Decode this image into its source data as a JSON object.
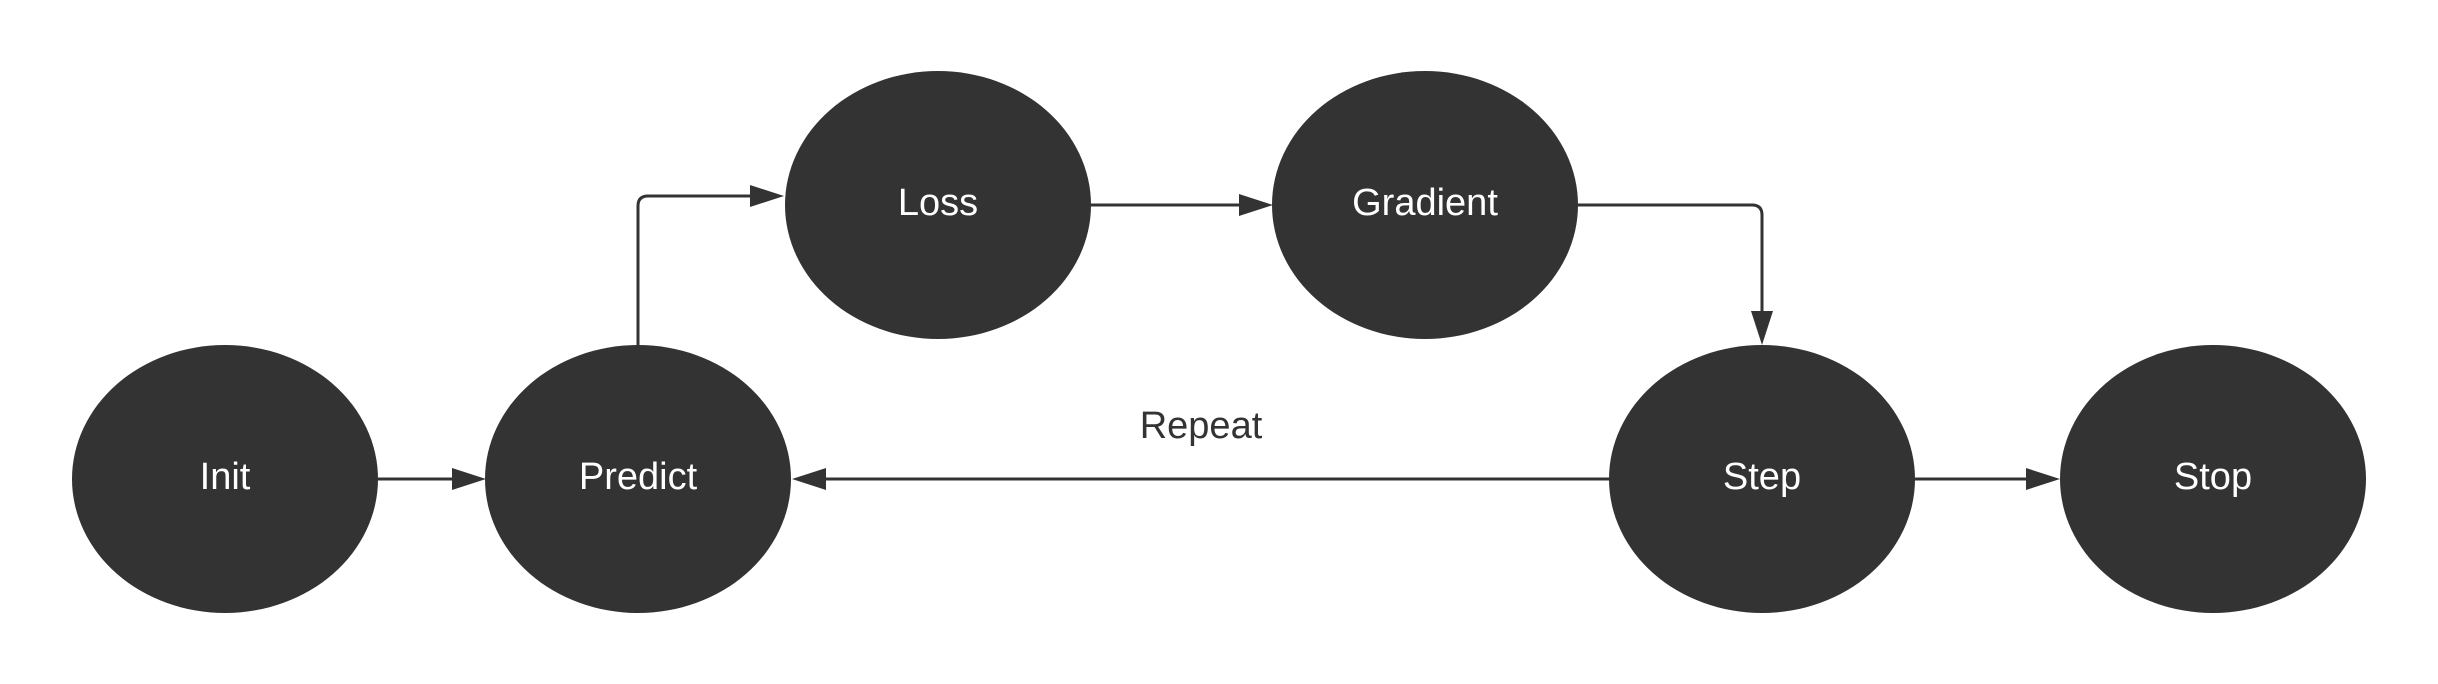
{
  "diagram": {
    "colors": {
      "node_fill": "#333333",
      "node_text": "#ffffff",
      "edge": "#333333",
      "label_text": "#333333",
      "background": "#ffffff"
    },
    "nodes": {
      "init": "Init",
      "predict": "Predict",
      "loss": "Loss",
      "gradient": "Gradient",
      "step": "Step",
      "stop": "Stop"
    },
    "edges": [
      {
        "from": "Init",
        "to": "Predict"
      },
      {
        "from": "Predict",
        "to": "Loss"
      },
      {
        "from": "Loss",
        "to": "Gradient"
      },
      {
        "from": "Gradient",
        "to": "Step"
      },
      {
        "from": "Step",
        "to": "Predict",
        "label": "Repeat"
      },
      {
        "from": "Step",
        "to": "Stop"
      }
    ],
    "edge_labels": {
      "repeat": "Repeat"
    }
  }
}
